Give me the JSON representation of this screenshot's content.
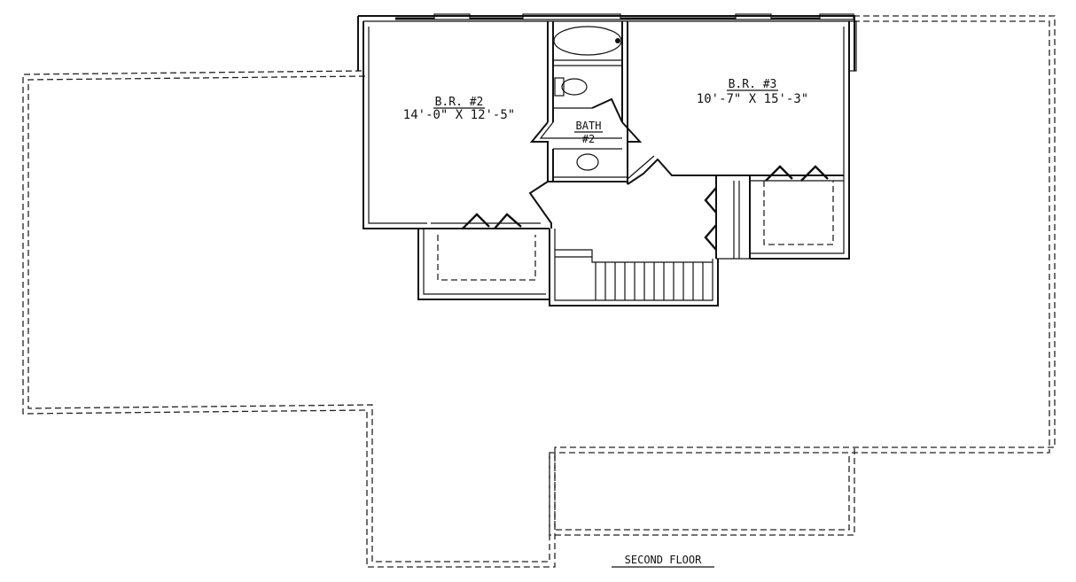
{
  "plan": {
    "title": "SECOND FLOOR",
    "rooms": [
      {
        "id": "br2",
        "name": "B.R. #2",
        "dims": "14'-0\" X 12'-5\""
      },
      {
        "id": "br3",
        "name": "B.R. #3",
        "dims": "10'-7\" X 15'-3\""
      },
      {
        "id": "bath2",
        "name": "BATH",
        "number": "#2"
      }
    ]
  }
}
